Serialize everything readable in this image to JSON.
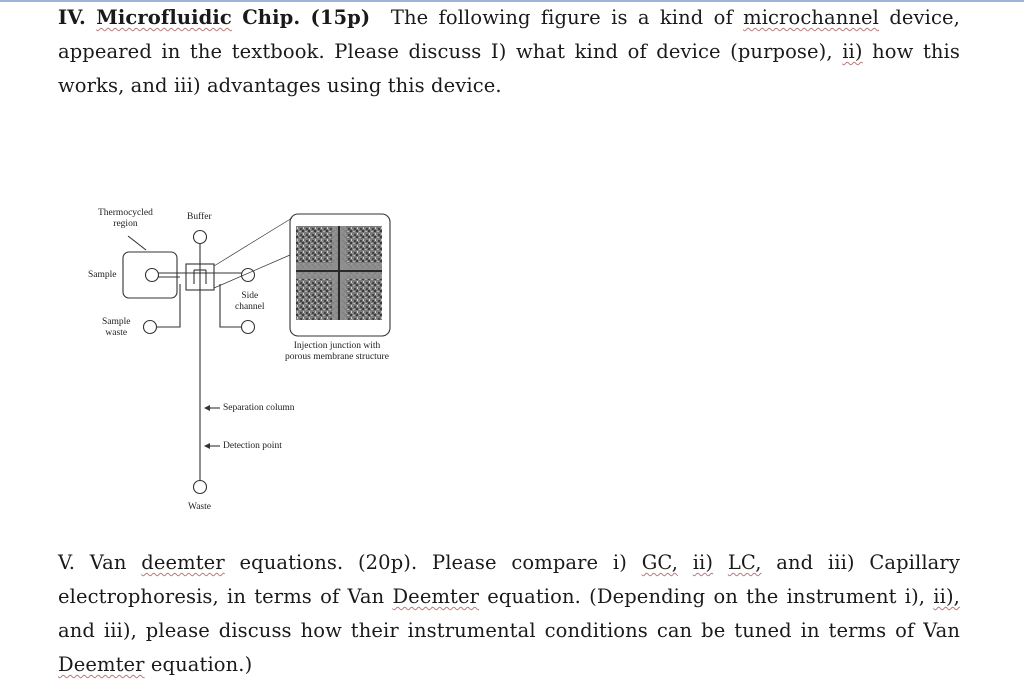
{
  "question4": {
    "number": "IV.",
    "topic": "Microfluidic",
    "topic_rest": "Chip.",
    "points": "(15p)",
    "text_a": "The following figure is a kind of",
    "word_microchannel": "microchannel",
    "text_b": "device, appeared in the textbook.  Please discuss I) what kind of device (purpose),",
    "word_ii": "ii)",
    "text_c": "how this works, and iii) advantages using this device."
  },
  "figure": {
    "labels": {
      "thermocycled_line1": "Thermocycled",
      "thermocycled_line2": "region",
      "buffer": "Buffer",
      "sample": "Sample",
      "side_channel_line1": "Side",
      "side_channel_line2": "channel",
      "sample_waste_line1": "Sample",
      "sample_waste_line2": "waste",
      "injection_line1": "Injection junction with",
      "injection_line2": "porous membrane structure",
      "separation_column": "Separation column",
      "detection_point": "Detection point",
      "waste": "Waste"
    }
  },
  "question5": {
    "text_a": "V. Van",
    "word_deemter": "deemter",
    "text_b": "equations. (20p).  Please compare i)",
    "word_gc": "GC,",
    "text_c": "",
    "word_ii": "ii)",
    "word_lc": "LC,",
    "text_d": "and iii) Capillary electrophoresis, in terms of Van",
    "word_deemter2": "Deemter",
    "text_e": "equation.  (Depending on the instrument i),",
    "word_ii2": "ii),",
    "text_f": "and iii), please discuss how their instrumental conditions can be tuned in terms of Van",
    "word_deemter3": "Deemter",
    "text_g": "equation.)"
  }
}
